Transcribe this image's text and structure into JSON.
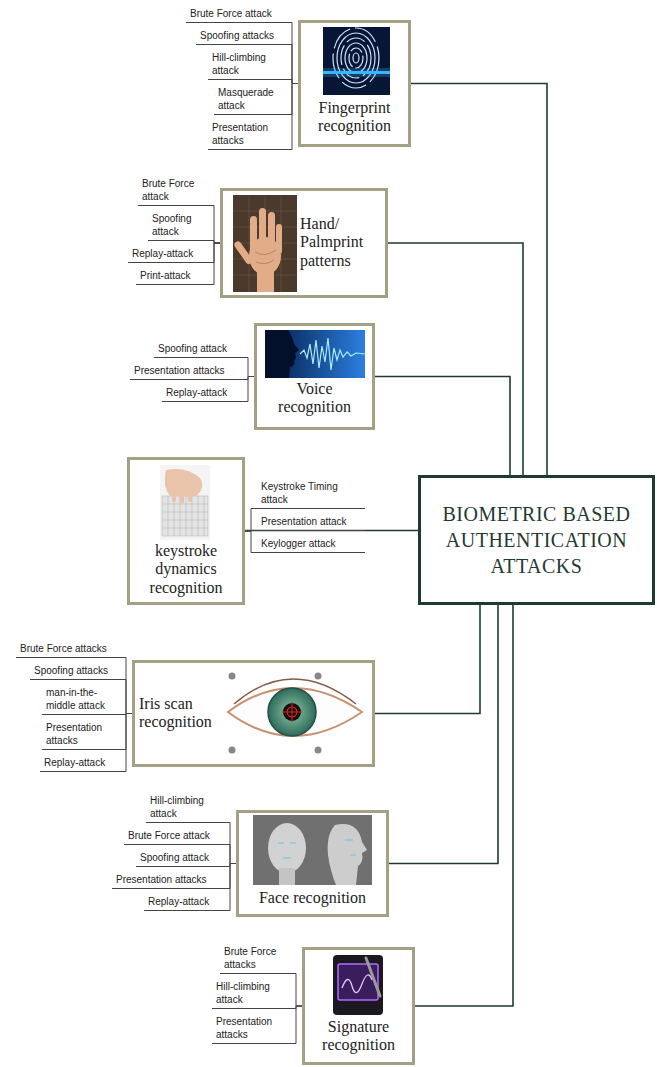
{
  "diagram": {
    "nodes": [
      {
        "text": [
          "BIOMETRIC BASED AUTHENTICATION ATTACKS"
        ]
      },
      {
        "text": [
          "Fingerprint recognition"
        ]
      },
      {
        "text": [
          "Brute Force attack"
        ]
      },
      {
        "text": [
          "Spoofing attacks"
        ]
      },
      {
        "text": [
          "Hill-climbing attack"
        ]
      },
      {
        "text": [
          "Masquerade attack"
        ]
      },
      {
        "text": [
          "Presentation attacks"
        ]
      },
      {
        "text": [
          "Hand/ Palmprint patterns"
        ]
      },
      {
        "text": [
          "Brute Force attack"
        ]
      },
      {
        "text": [
          "Spoofing attack"
        ]
      },
      {
        "text": [
          "Replay-attack"
        ]
      },
      {
        "text": [
          "Print-attack"
        ]
      },
      {
        "text": [
          "Voice recognition"
        ]
      },
      {
        "text": [
          "Spoofing attack"
        ]
      },
      {
        "text": [
          "Presentation attacks"
        ]
      },
      {
        "text": [
          "Replay-attack"
        ]
      },
      {
        "text": [
          "keystroke dynamics recognition"
        ]
      },
      {
        "text": [
          "Keystroke Timing attack"
        ]
      },
      {
        "text": [
          "Presentation attack"
        ]
      },
      {
        "text": [
          "Keylogger attack"
        ]
      },
      {
        "text": [
          "Iris scan recognition"
        ]
      },
      {
        "text": [
          "Brute Force attacks"
        ]
      },
      {
        "text": [
          "Spoofing attacks"
        ]
      },
      {
        "text": [
          "man-in-the-middle attack"
        ]
      },
      {
        "text": [
          "Presentation attacks"
        ]
      },
      {
        "text": [
          "Replay-attack"
        ]
      },
      {
        "text": [
          "Face recognition"
        ]
      },
      {
        "text": [
          "Hill-climbing attack"
        ]
      },
      {
        "text": [
          "Brute Force attack"
        ]
      },
      {
        "text": [
          "Spoofing attack"
        ]
      },
      {
        "text": [
          "Presentation attacks"
        ]
      },
      {
        "text": [
          "Replay-attack"
        ]
      },
      {
        "text": [
          "Signature recognition"
        ]
      },
      {
        "text": [
          "Brute Force attacks"
        ]
      },
      {
        "text": [
          "Hill-climbing attack"
        ]
      },
      {
        "text": [
          "Presentation attacks"
        ]
      }
    ],
    "edges": [
      {
        "from": 1,
        "to": 0,
        "arrow": "none"
      },
      {
        "from": 1,
        "to": 2,
        "arrow": "none"
      },
      {
        "from": 1,
        "to": 3,
        "arrow": "none"
      },
      {
        "from": 1,
        "to": 4,
        "arrow": "none"
      },
      {
        "from": 1,
        "to": 5,
        "arrow": "none"
      },
      {
        "from": 1,
        "to": 6,
        "arrow": "none"
      },
      {
        "from": 7,
        "to": 0,
        "arrow": "none"
      },
      {
        "from": 7,
        "to": 8,
        "arrow": "none"
      },
      {
        "from": 7,
        "to": 9,
        "arrow": "none"
      },
      {
        "from": 7,
        "to": 10,
        "arrow": "none"
      },
      {
        "from": 7,
        "to": 11,
        "arrow": "none"
      },
      {
        "from": 12,
        "to": 0,
        "arrow": "none"
      },
      {
        "from": 12,
        "to": 13,
        "arrow": "none"
      },
      {
        "from": 12,
        "to": 14,
        "arrow": "none"
      },
      {
        "from": 12,
        "to": 15,
        "arrow": "none"
      },
      {
        "from": 16,
        "to": 0,
        "arrow": "none"
      },
      {
        "from": 16,
        "to": 17,
        "arrow": "none"
      },
      {
        "from": 16,
        "to": 18,
        "arrow": "none"
      },
      {
        "from": 16,
        "to": 19,
        "arrow": "none"
      },
      {
        "from": 20,
        "to": 0,
        "arrow": "none"
      },
      {
        "from": 20,
        "to": 21,
        "arrow": "none"
      },
      {
        "from": 20,
        "to": 22,
        "arrow": "none"
      },
      {
        "from": 20,
        "to": 23,
        "arrow": "none"
      },
      {
        "from": 20,
        "to": 24,
        "arrow": "none"
      },
      {
        "from": 20,
        "to": 25,
        "arrow": "none"
      },
      {
        "from": 26,
        "to": 0,
        "arrow": "none"
      },
      {
        "from": 26,
        "to": 27,
        "arrow": "none"
      },
      {
        "from": 26,
        "to": 28,
        "arrow": "none"
      },
      {
        "from": 26,
        "to": 29,
        "arrow": "none"
      },
      {
        "from": 26,
        "to": 30,
        "arrow": "none"
      },
      {
        "from": 26,
        "to": 31,
        "arrow": "none"
      },
      {
        "from": 32,
        "to": 0,
        "arrow": "none"
      },
      {
        "from": 32,
        "to": 33,
        "arrow": "none"
      },
      {
        "from": 32,
        "to": 34,
        "arrow": "none"
      },
      {
        "from": 32,
        "to": 35,
        "arrow": "none"
      }
    ]
  }
}
